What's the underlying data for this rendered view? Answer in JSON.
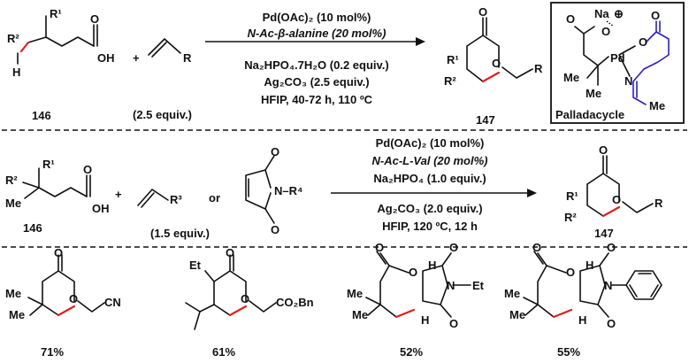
{
  "scheme": {
    "reaction_1": {
      "substrate_label": "146",
      "substrate_atoms": {
        "r2": "R²",
        "r1": "R¹",
        "h": "H",
        "oh": "OH",
        "o": "O"
      },
      "plus": "+",
      "alkene_r": "R",
      "alkene_equiv": "(2.5 equiv.)",
      "conditions": [
        "Pd(OAc)₂ (10 mol%)",
        "N-Ac-β-alanine  (20 mol%)",
        "Na₂HPO₄.7H₂O (0.2 equiv.)",
        "Ag₂CO₃ (2.5 equiv.)",
        "HFIP, 40-72 h, 110 ºC"
      ],
      "product_label": "147",
      "product_atoms": {
        "o": "O",
        "r1": "R¹",
        "r2": "R²",
        "r": "R"
      },
      "palladacycle": {
        "caption": "Palladacycle",
        "atoms": {
          "na": "Na",
          "plus": "⊕",
          "pd": "Pd",
          "o1": "O",
          "o2": "O",
          "o3": "O",
          "o4": "O",
          "n": "N",
          "me1": "Me",
          "me2": "Me",
          "me3": "Me"
        }
      }
    },
    "reaction_2": {
      "substrate_label": "146",
      "substrate_atoms": {
        "r2": "R²",
        "r1": "R¹",
        "me": "Me",
        "oh": "OH",
        "o": "O"
      },
      "plus": "+",
      "alkene_r": "R³",
      "or": "or",
      "maleimide_atoms": {
        "o_top": "O",
        "o_bottom": "O",
        "n": "N–R⁴"
      },
      "reagent_equiv": "(1.5 equiv.)",
      "conditions_above": [
        "Pd(OAc)₂ (10 mol%)",
        "N-Ac-L-Val (20 mol%)",
        "Na₂HPO₄ (1.0 equiv.)"
      ],
      "conditions_below": [
        "Ag₂CO₃ (2.0 equiv.)",
        "HFIP, 120 ºC, 12 h"
      ],
      "product_label": "147",
      "product_atoms": {
        "o": "O",
        "r1": "R¹",
        "r2": "R²",
        "r": "R"
      }
    },
    "examples": [
      {
        "yield": "71%",
        "atoms": {
          "o1": "O",
          "o2": "O",
          "me1": "Me",
          "me2": "Me",
          "cn": "CN"
        }
      },
      {
        "yield": "61%",
        "atoms": {
          "o1": "O",
          "o2": "O",
          "et": "Et",
          "ester": "CO₂Bn"
        }
      },
      {
        "yield": "52%",
        "atoms": {
          "o1": "O",
          "o2": "O",
          "o3": "O",
          "o4": "O",
          "me1": "Me",
          "me2": "Me",
          "h1": "H",
          "h2": "H",
          "n": "N",
          "et": "Et"
        }
      },
      {
        "yield": "55%",
        "atoms": {
          "o1": "O",
          "o2": "O",
          "o3": "O",
          "o4": "O",
          "me1": "Me",
          "me2": "Me",
          "h1": "H",
          "h2": "H",
          "n": "N"
        }
      }
    ],
    "colors": {
      "highlight_bond": "#e0201b",
      "ligand": "#2b1ec4",
      "ink": "#111111"
    }
  }
}
